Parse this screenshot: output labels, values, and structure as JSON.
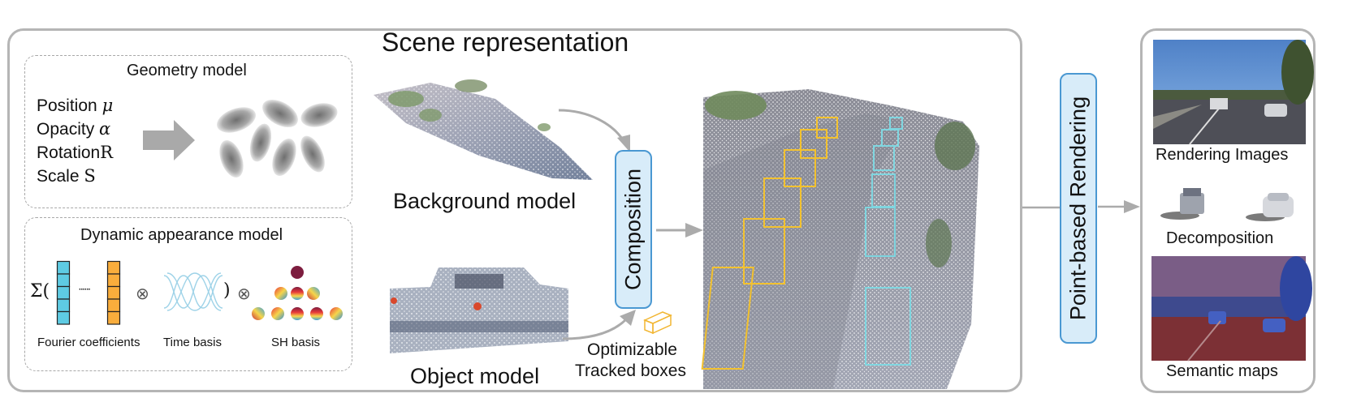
{
  "figure": {
    "scene_title": "Scene representation",
    "geometry": {
      "title": "Geometry model",
      "attributes": [
        {
          "name": "Position",
          "symbol": "μ"
        },
        {
          "name": "Opacity",
          "symbol": "α"
        },
        {
          "name": "Rotation",
          "symbol": "R"
        },
        {
          "name": "Scale",
          "symbol": "S"
        }
      ],
      "arrow_icon": "right-arrow-icon",
      "gaussians_icon": "gaussian-ellipsoids-icon"
    },
    "appearance": {
      "title": "Dynamic appearance model",
      "sigma": "Σ(",
      "dots": "······",
      "otimes": "⊗",
      "close_paren": ")",
      "labels": {
        "fourier": "Fourier coefficients",
        "time": "Time basis",
        "sh": "SH basis"
      },
      "colors": {
        "fourier_first": "#5ecbe3",
        "fourier_last": "#f9ad3c",
        "time_wave": "#9fd3e8",
        "sh_top": "#7d1d3f"
      }
    },
    "background_model": "Background model",
    "object_model": "Object model",
    "composition": "Composition",
    "tracked_boxes": [
      "Optimizable",
      "Tracked boxes"
    ],
    "rendering": "Point-based Rendering",
    "outputs": {
      "rendering_images": "Rendering Images",
      "decomposition": "Decomposition",
      "semantic_maps": "Semantic maps"
    },
    "box_colors": {
      "ego_track": "#f2c12e",
      "other_track": "#7fd6e0",
      "accent_box": "#4a98d2",
      "accent_fill": "#d8ecf9"
    }
  }
}
